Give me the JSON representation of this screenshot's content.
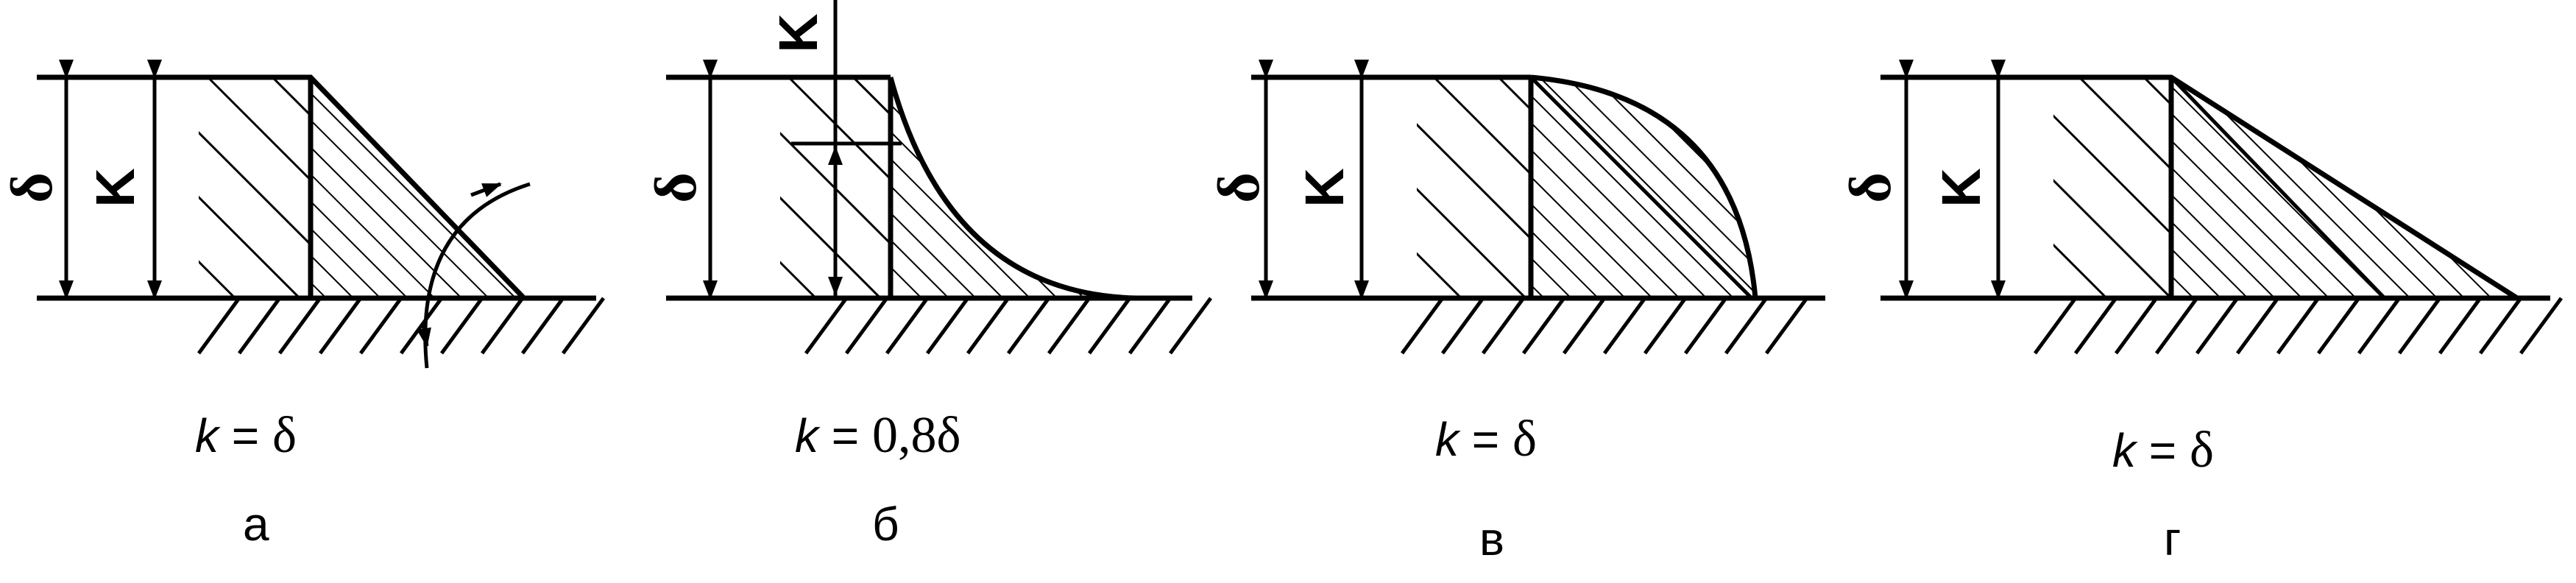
{
  "panels": [
    {
      "id": "a",
      "formula_k": "k",
      "formula_eq": " = ",
      "formula_val": "δ",
      "caption": "а",
      "dim_delta": "δ",
      "dim_k": "K"
    },
    {
      "id": "b",
      "formula_k": "k",
      "formula_eq": " = ",
      "formula_val": "0,8δ",
      "caption": "б",
      "dim_delta": "δ",
      "dim_k": "K"
    },
    {
      "id": "v",
      "formula_k": "k",
      "formula_eq": " = ",
      "formula_val": "δ",
      "caption": "в",
      "dim_delta": "δ",
      "dim_k": "K"
    },
    {
      "id": "g",
      "formula_k": "k",
      "formula_eq": " = ",
      "formula_val": "δ",
      "caption": "г",
      "dim_delta": "δ",
      "dim_k": "K"
    }
  ]
}
